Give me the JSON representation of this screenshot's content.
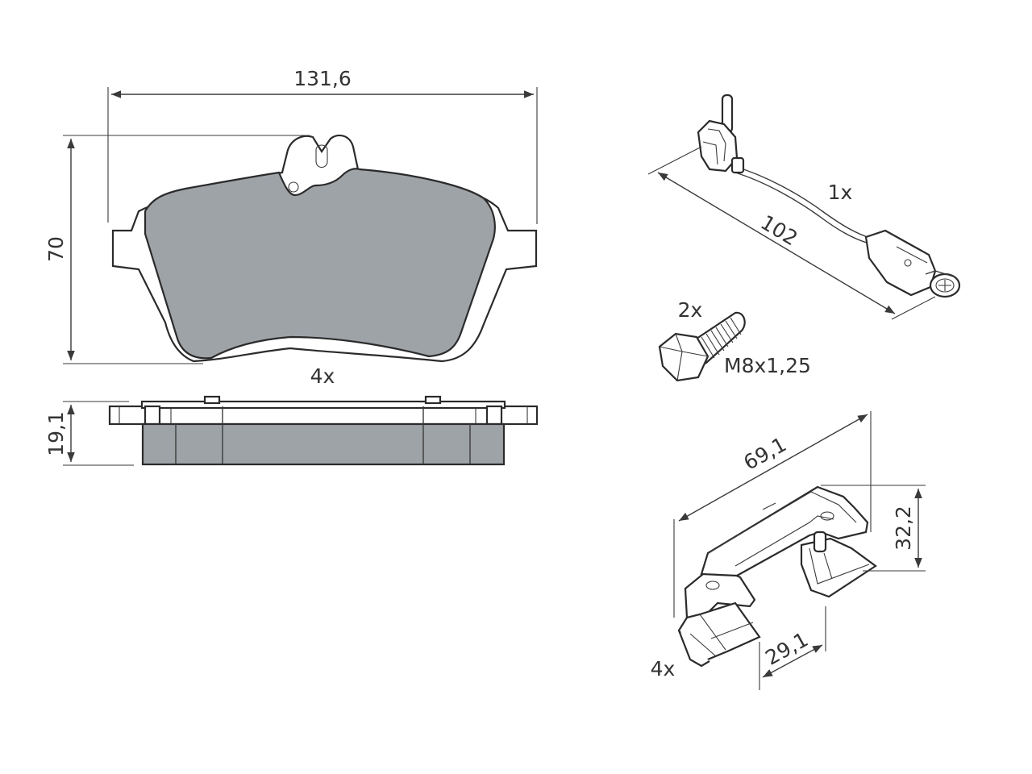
{
  "colors": {
    "line": "#3a3a3a",
    "pad_fill": "#9ea3a8",
    "background": "#ffffff"
  },
  "dimensions": {
    "pad_width": "131,6",
    "pad_height": "70",
    "pad_thickness": "19,1",
    "sensor_length": "102",
    "clip_length": "69,1",
    "clip_height": "32,2",
    "clip_width": "29,1"
  },
  "quantities": {
    "pads": "4x",
    "sensor": "1x",
    "bolts": "2x",
    "clips": "4x"
  },
  "bolt_thread": "M8x1,25"
}
